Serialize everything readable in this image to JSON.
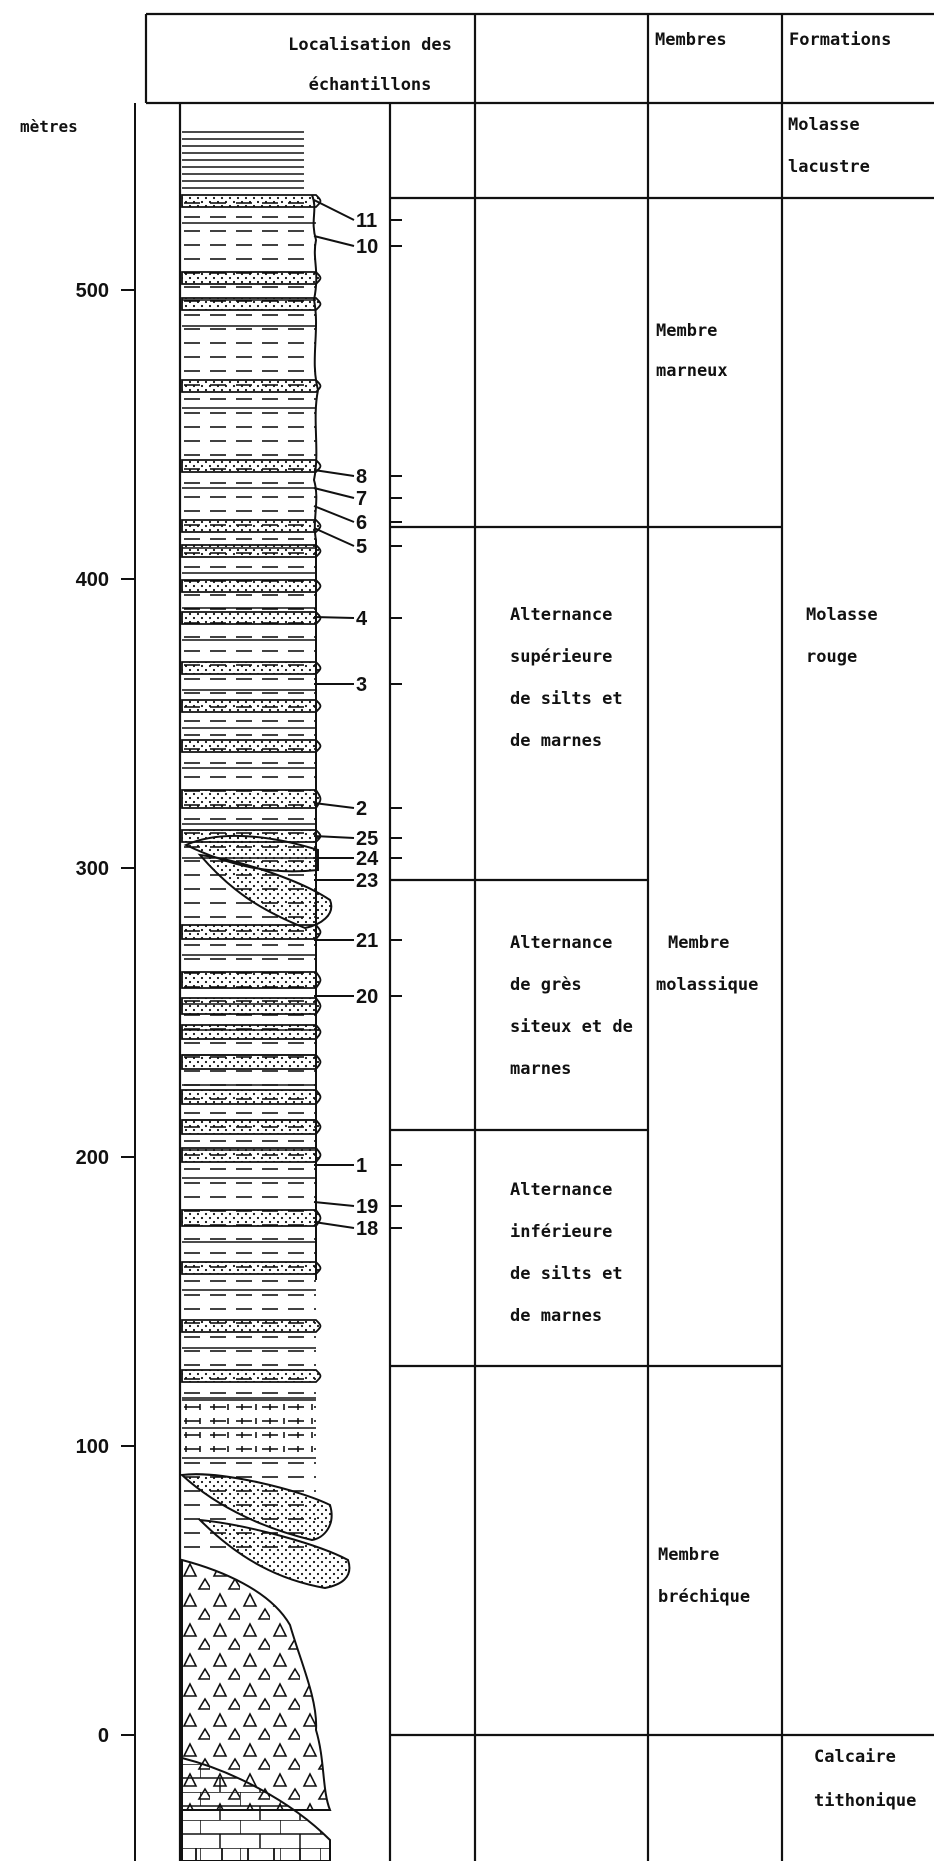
{
  "header": {
    "localisation": [
      "Localisation des",
      "échantillons"
    ],
    "membres": "Membres",
    "formations": "Formations"
  },
  "axis": {
    "unit": "mètres",
    "ticks": [
      "0",
      "100",
      "200",
      "300",
      "400",
      "500"
    ]
  },
  "samples": [
    "11",
    "10",
    "8",
    "7",
    "6",
    "5",
    "4",
    "3",
    "2",
    "25",
    "24",
    "23",
    "21",
    "20",
    "1",
    "19",
    "18"
  ],
  "subunits": [
    [
      "Alternance",
      "supérieure",
      "de silts et",
      "de marnes"
    ],
    [
      "Alternance",
      "de grès",
      "siteux et de",
      "marnes"
    ],
    [
      "Alternance",
      "inférieure",
      "de silts et",
      "de marnes"
    ]
  ],
  "membres": [
    [
      "Membre",
      "marneux"
    ],
    [
      "Membre",
      "molassique"
    ],
    [
      "Membre",
      "bréchique"
    ]
  ],
  "formations": [
    [
      "Molasse",
      "lacustre"
    ],
    [
      "Molasse",
      "rouge"
    ],
    [
      "Calcaire",
      "tithonique"
    ]
  ]
}
